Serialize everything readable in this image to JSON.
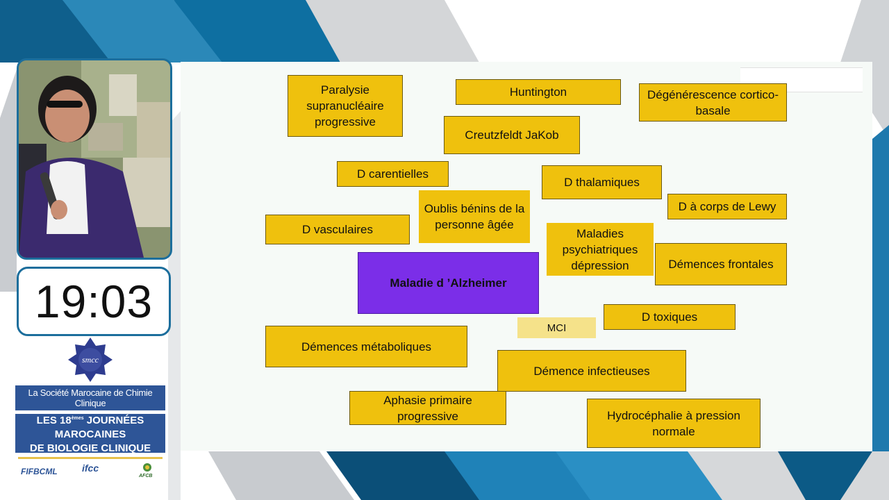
{
  "clock": {
    "time": "19:03"
  },
  "logo": {
    "text": "smcc"
  },
  "society": {
    "name": "La Société Marocaine de Chimie Clinique"
  },
  "event": {
    "line1_prefix": "LES 18",
    "line1_superscript": "èmes",
    "line1_suffix": " JOURNÉES MAROCAINES",
    "line2": "DE BIOLOGIE CLINIQUE"
  },
  "partners": [
    "FIFBCML",
    "ifcc",
    "AFCB"
  ],
  "slide": {
    "boxes": [
      {
        "id": "psp",
        "label": "Paralysie supranucléaire progressive"
      },
      {
        "id": "huntington",
        "label": "Huntington"
      },
      {
        "id": "cbd",
        "label": "Dégénérescence cortico-basale"
      },
      {
        "id": "cjd",
        "label": "Creutzfeldt JaKob"
      },
      {
        "id": "carentielles",
        "label": "D carentielles"
      },
      {
        "id": "thalamiques",
        "label": "D thalamiques"
      },
      {
        "id": "lewy",
        "label": "D à corps de Lewy"
      },
      {
        "id": "oublis",
        "label": "Oublis bénins de la personne âgée"
      },
      {
        "id": "vasculaires",
        "label": "D vasculaires"
      },
      {
        "id": "psychiatriques",
        "label": "Maladies psychiatriques dépression"
      },
      {
        "id": "frontales",
        "label": "Démences frontales"
      },
      {
        "id": "alzheimer",
        "label": "Maladie d ’Alzheimer"
      },
      {
        "id": "mci",
        "label": "MCI"
      },
      {
        "id": "toxiques",
        "label": "D toxiques"
      },
      {
        "id": "metaboliques",
        "label": "Démences métaboliques"
      },
      {
        "id": "infectieuses",
        "label": "Démence infectieuses"
      },
      {
        "id": "aphasie",
        "label": "Aphasie primaire progressive"
      },
      {
        "id": "hydrocephalie",
        "label": "Hydrocéphalie à pression normale"
      }
    ]
  },
  "colors": {
    "box_fill": "#efc10d",
    "main_box_fill": "#7b2ee8",
    "mci_fill": "#f5e28a",
    "banner_blue": "#2e5597",
    "frame_blue": "#1c6e9c"
  }
}
